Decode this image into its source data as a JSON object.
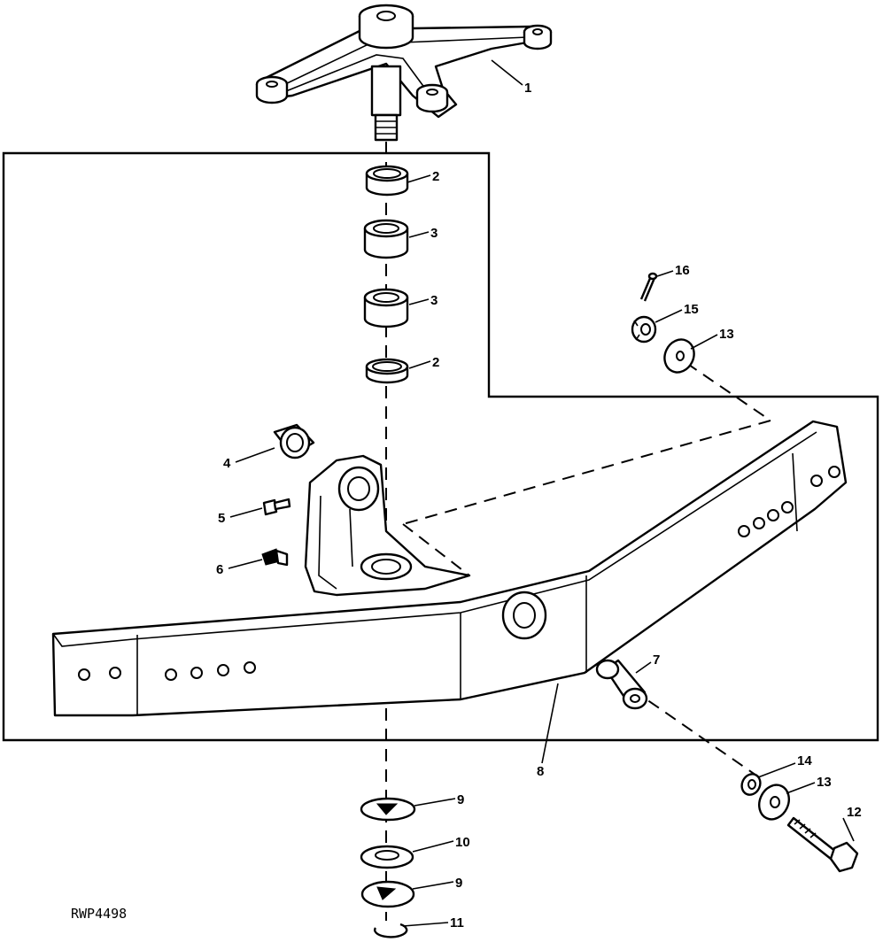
{
  "figure_code": "RWP4498",
  "callouts": {
    "c1": "1",
    "c2a": "2",
    "c2b": "2",
    "c3a": "3",
    "c3b": "3",
    "c4": "4",
    "c5": "5",
    "c6": "6",
    "c7": "7",
    "c8": "8",
    "c9a": "9",
    "c9b": "9",
    "c10": "10",
    "c11": "11",
    "c12": "12",
    "c13a": "13",
    "c13b": "13",
    "c14": "14",
    "c15": "15",
    "c16": "16"
  }
}
